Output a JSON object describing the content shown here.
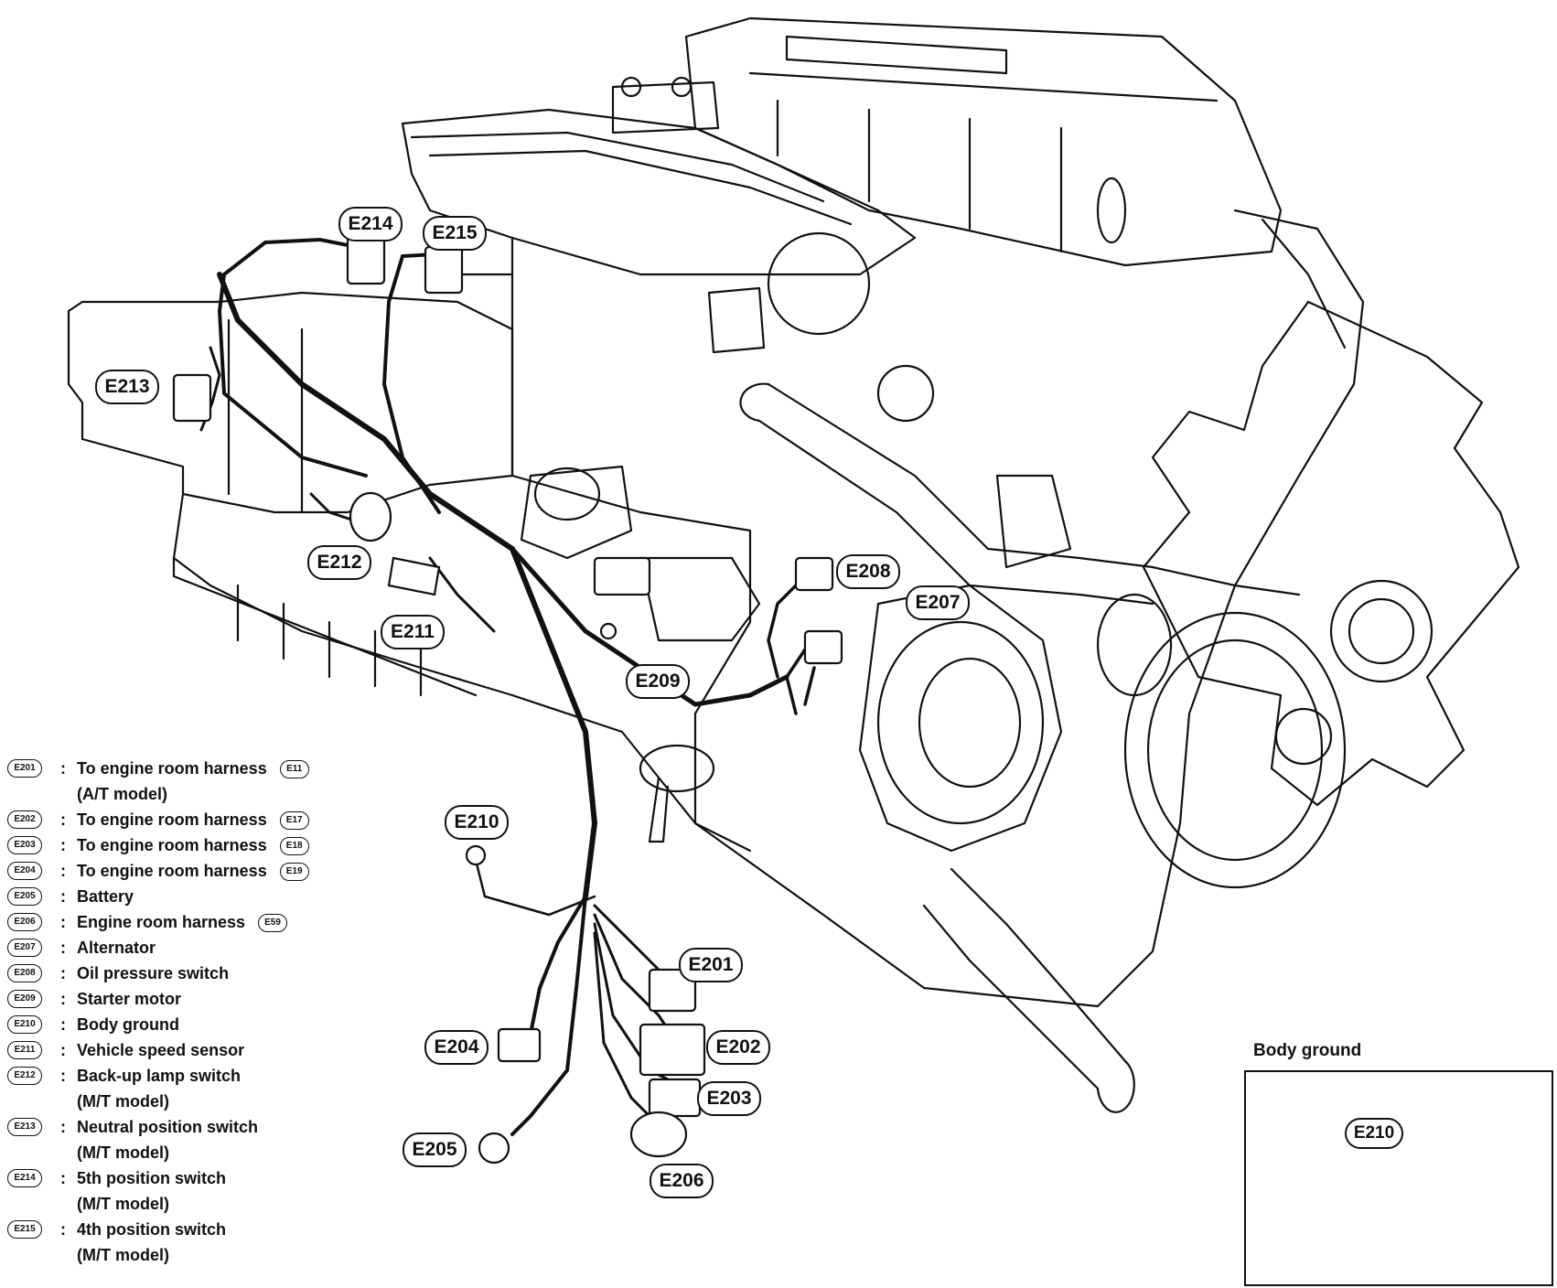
{
  "callouts": {
    "E201": "E201",
    "E202": "E202",
    "E203": "E203",
    "E204": "E204",
    "E205": "E205",
    "E206": "E206",
    "E207": "E207",
    "E208": "E208",
    "E209": "E209",
    "E210": "E210",
    "E211": "E211",
    "E212": "E212",
    "E213": "E213",
    "E214": "E214",
    "E215": "E215"
  },
  "legend": [
    {
      "code": "E201",
      "desc": "To engine room harness",
      "ref": "E11",
      "desc2": "(A/T model)"
    },
    {
      "code": "E202",
      "desc": "To engine room harness",
      "ref": "E17",
      "desc2": ""
    },
    {
      "code": "E203",
      "desc": "To engine room harness",
      "ref": "E18",
      "desc2": ""
    },
    {
      "code": "E204",
      "desc": "To engine room harness",
      "ref": "E19",
      "desc2": ""
    },
    {
      "code": "E205",
      "desc": "Battery",
      "ref": "",
      "desc2": ""
    },
    {
      "code": "E206",
      "desc": "Engine room harness",
      "ref": "E59",
      "desc2": ""
    },
    {
      "code": "E207",
      "desc": "Alternator",
      "ref": "",
      "desc2": ""
    },
    {
      "code": "E208",
      "desc": "Oil pressure switch",
      "ref": "",
      "desc2": ""
    },
    {
      "code": "E209",
      "desc": "Starter motor",
      "ref": "",
      "desc2": ""
    },
    {
      "code": "E210",
      "desc": "Body ground",
      "ref": "",
      "desc2": ""
    },
    {
      "code": "E211",
      "desc": "Vehicle speed sensor",
      "ref": "",
      "desc2": ""
    },
    {
      "code": "E212",
      "desc": "Back-up lamp switch",
      "ref": "",
      "desc2": "(M/T model)"
    },
    {
      "code": "E213",
      "desc": "Neutral position switch",
      "ref": "",
      "desc2": "(M/T model)"
    },
    {
      "code": "E214",
      "desc": "5th position switch",
      "ref": "",
      "desc2": "(M/T model)"
    },
    {
      "code": "E215",
      "desc": "4th position switch",
      "ref": "",
      "desc2": "(M/T model)"
    }
  ],
  "inset": {
    "title": "Body ground",
    "callout": "E210"
  }
}
